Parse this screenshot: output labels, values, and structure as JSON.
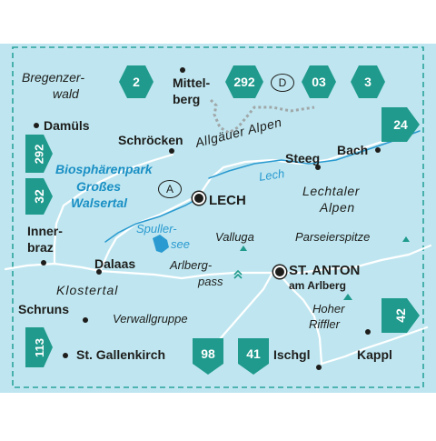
{
  "colors": {
    "background": "#bfe6f0",
    "border_dash": "#2aa39c",
    "road": "#ffffff",
    "shield": "#1f9a8c",
    "water": "#2a9ad0",
    "park": "#1a8fc4"
  },
  "places": {
    "bregenzerwald_1": "Bregenzer-",
    "bregenzerwald_2": "wald",
    "mittelberg_1": "Mittel-",
    "mittelberg_2": "berg",
    "damuels": "Damüls",
    "schroecken": "Schröcken",
    "allgaeuer_alpen": "Allgäuer Alpen",
    "lech_river": "Lech",
    "steeg": "Steeg",
    "bach": "Bach",
    "biosphaerenpark_1": "Biosphärenpark",
    "biosphaerenpark_2": "Großes",
    "biosphaerenpark_3": "Walsertal",
    "lech_town": "LECH",
    "lechtaler_1": "Lechtaler",
    "lechtaler_2": "Alpen",
    "innerbraz_1": "Inner-",
    "innerbraz_2": "braz",
    "spullersee_1": "Spuller-",
    "spullersee_2": "see",
    "valluga": "Valluga",
    "parseierspitze": "Parseierspitze",
    "dalaas": "Dalaas",
    "arlbergpass_1": "Arlberg-",
    "arlbergpass_2": "pass",
    "st_anton": "ST. ANTON",
    "am_arlberg": "am Arlberg",
    "klostertal": "Klostertal",
    "schruns": "Schruns",
    "verwallgruppe": "Verwallgruppe",
    "hoher_riffler_1": "Hoher",
    "hoher_riffler_2": "Riffler",
    "st_gallenkirch": "St. Gallenkirch",
    "ischgl": "Ischgl",
    "kappl": "Kappl"
  },
  "map_numbers": [
    "2",
    "292",
    "03",
    "3",
    "24",
    "292",
    "32",
    "113",
    "98",
    "41",
    "42"
  ],
  "country_badges": [
    "D",
    "A"
  ]
}
